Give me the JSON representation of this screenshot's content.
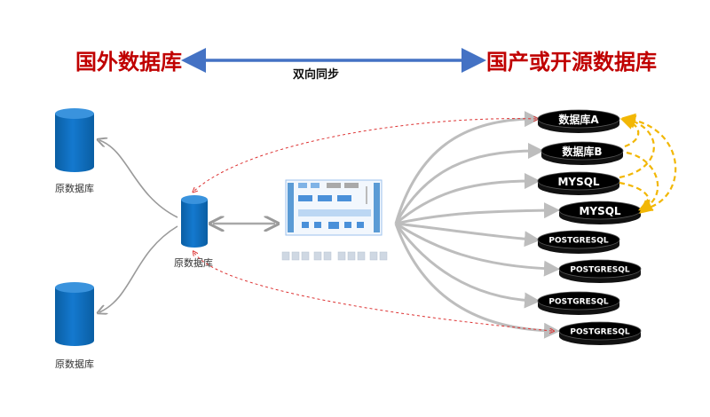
{
  "header": {
    "left_title": "国外数据库",
    "right_title": "国产或开源数据库",
    "sync_label": "双向同步"
  },
  "source_dbs": [
    {
      "label": "原数据库"
    },
    {
      "label": "原数据库"
    },
    {
      "label": "原数据库"
    }
  ],
  "targets": [
    {
      "label": "数据库A"
    },
    {
      "label": "数据库B"
    },
    {
      "label": "MYSQL"
    },
    {
      "label": "MYSQL"
    },
    {
      "label": "POSTGRESQL"
    },
    {
      "label": "POSTGRESQL"
    },
    {
      "label": "POSTGRESQL"
    },
    {
      "label": "POSTGRESQL"
    }
  ],
  "colors": {
    "title_red": "#c00000",
    "sync_arrow_blue": "#4472c4",
    "cylinder_blue": "#0e6fbe",
    "disk_black": "#0d0d0d",
    "dashed_red": "#dd3333",
    "dashed_gold": "#f2b705"
  }
}
